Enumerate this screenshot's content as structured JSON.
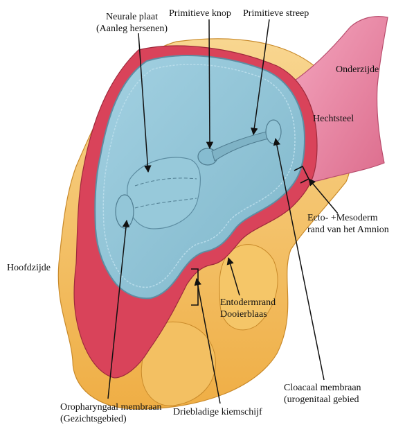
{
  "labels": {
    "neurale_plaat": {
      "line1": "Neurale plaat",
      "line2": "(Aanleg hersenen)"
    },
    "primitieve_knop": "Primitieve knop",
    "primitieve_streep": "Primitieve streep",
    "onderzijde": "Onderzijde",
    "hechtsteel": "Hechtsteel",
    "ecto_mesoderm": {
      "line1": "Ecto- +Mesoderm",
      "line2": "rand van het Amnion"
    },
    "hoofdzijde": "Hoofdzijde",
    "entoderm": {
      "line1": "Entodermrand",
      "line2": "Dooierblaas"
    },
    "cloacaal": {
      "line1": "Cloacaal membraan",
      "line2": "(urogenitaal gebied"
    },
    "oropharyngaal": {
      "line1": "Oropharyngaal membraan",
      "line2": "(Gezichtsgebied)"
    },
    "driebladige": "Driebladige kiemschijf"
  },
  "colors": {
    "ectoderm_blue": "#8fc3d6",
    "ectoderm_rim": "#6f9fb4",
    "mesoderm_red": "#d9435a",
    "stalk_pink": "#e88aa6",
    "yolk_orange": "#f0b248",
    "yolk_light": "#f8d690",
    "arrow": "#111111"
  }
}
